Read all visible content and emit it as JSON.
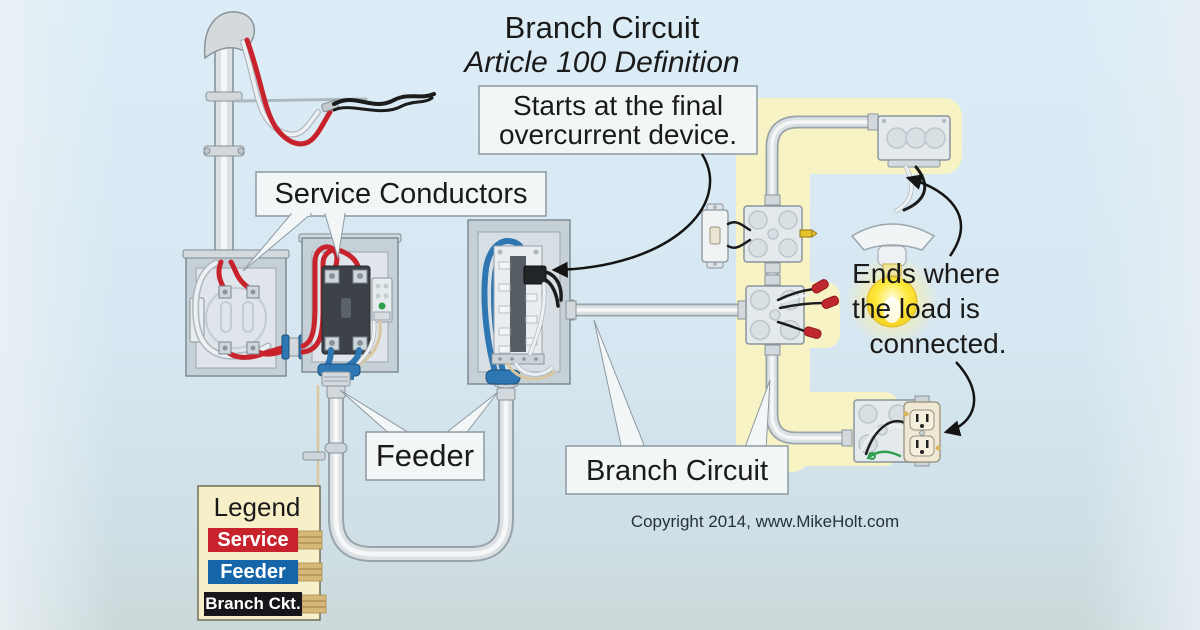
{
  "title": {
    "line1": "Branch Circuit",
    "line2": "Article 100 Definition"
  },
  "callouts": {
    "starts": {
      "line1": "Starts at the final",
      "line2": "overcurrent device."
    },
    "service_conductors": {
      "label": "Service Conductors"
    },
    "feeder": {
      "label": "Feeder"
    },
    "branch_circuit": {
      "label": "Branch Circuit"
    },
    "ends": {
      "line1": "Ends where",
      "line2": "the load is",
      "line3": "connected."
    }
  },
  "legend": {
    "title": "Legend",
    "items": [
      {
        "label": "Service",
        "color": "#c8232c"
      },
      {
        "label": "Feeder",
        "color": "#1565a8"
      },
      {
        "label": "Branch Ckt.",
        "color": "#17171b"
      }
    ]
  },
  "footer": {
    "copyright": "Copyright 2014, www.MikeHolt.com"
  },
  "colors": {
    "background": "#d8e8f2",
    "highlight_path": "#f8f3c5",
    "service_wire": "#c8232c",
    "feeder_wire": "#2f77b2",
    "callout_red": "#c4262c",
    "feeder_text": "#1a5fa8",
    "bulb_yellow": "#ffe93a"
  }
}
